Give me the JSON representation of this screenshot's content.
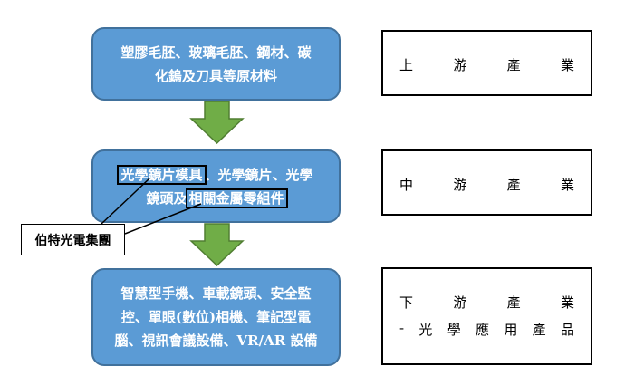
{
  "boxes": {
    "upstream": {
      "line1": "塑膠毛胚、玻璃毛胚、鋼材、碳",
      "line2": "化鎢及刀具等原材料"
    },
    "midstream": {
      "hl1": "光學鏡片模具",
      "rest1": "、光學鏡片、光學",
      "pre2": "鏡頭及",
      "hl2": "相關金屬零組件"
    },
    "downstream": {
      "line1": "智慧型手機、車載鏡頭、安全監",
      "line2": "控、單眼(數位)相機、筆記型電",
      "line3": "腦、視訊會議設備、VR/AR 設備"
    }
  },
  "labels": {
    "upstream": [
      "上",
      "游",
      "產",
      "業"
    ],
    "midstream": [
      "中",
      "游",
      "產",
      "業"
    ],
    "downstream_line1": [
      "下",
      "游",
      "產",
      "業"
    ],
    "downstream_line2": [
      "-",
      "光",
      "學",
      "應",
      "用",
      "產",
      "品"
    ]
  },
  "callout": "伯特光電集團",
  "colors": {
    "box_fill": "#5b9bd5",
    "box_border": "#41719c",
    "arrow": "#70ad47",
    "arrow_border": "#507e32"
  }
}
